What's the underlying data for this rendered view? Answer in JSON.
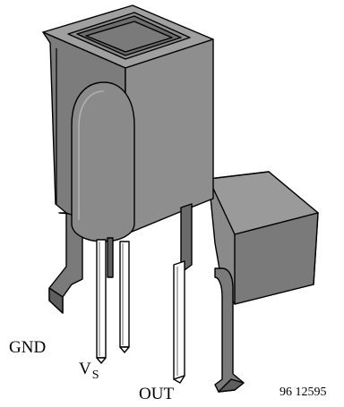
{
  "labels": {
    "gnd": "GND",
    "vs_main": "V",
    "vs_sub": "S",
    "out": "OUT",
    "figure_code": "96 12595"
  },
  "colors": {
    "body_dark": "#6e6e6e",
    "body_mid": "#7f7f7f",
    "body_light": "#959595",
    "body_face": "#888888",
    "lens": "#8a8a8a",
    "pin_fill": "#ffffff",
    "outline": "#000000"
  }
}
